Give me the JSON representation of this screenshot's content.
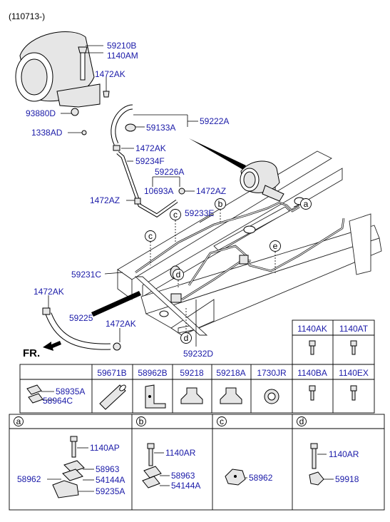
{
  "header": {
    "code": "(110713-)"
  },
  "labels": {
    "p59210B": "59210B",
    "p1140AM": "1140AM",
    "p1472AK_1": "1472AK",
    "p93880D": "93880D",
    "p1338AD": "1338AD",
    "p59222A": "59222A",
    "p59133A": "59133A",
    "p1472AK_2": "1472AK",
    "p59234F": "59234F",
    "p59226A": "59226A",
    "p10693A": "10693A",
    "p1472AZ_1": "1472AZ",
    "p1472AZ_2": "1472AZ",
    "p59233E": "59233E",
    "p59231C": "59231C",
    "p1472AK_3": "1472AK",
    "p59225": "59225",
    "p1472AK_4": "1472AK",
    "p59232D": "59232D",
    "fr": "FR."
  },
  "callouts": {
    "a": "a",
    "b": "b",
    "c": "c",
    "d1": "d",
    "d2": "d",
    "e": "e"
  },
  "bolt_table": {
    "headers": [
      "1140AK",
      "1140AT"
    ]
  },
  "parts_table": {
    "headers": [
      "59671B",
      "58962B",
      "59218",
      "59218A",
      "1730JR",
      "1140BA",
      "1140EX"
    ],
    "first_cell": [
      "58935A",
      "58964C"
    ]
  },
  "detail_panels": {
    "a": {
      "tag": "a",
      "l1": "1140AP",
      "l2": "58962",
      "l3": "58963",
      "l4": "54144A",
      "l5": "59235A"
    },
    "b": {
      "tag": "b",
      "l1": "1140AR",
      "l2": "58963",
      "l3": "54144A"
    },
    "c": {
      "tag": "c",
      "l1": "58962"
    },
    "d": {
      "tag": "d",
      "l1": "1140AR",
      "l2": "59918"
    }
  }
}
